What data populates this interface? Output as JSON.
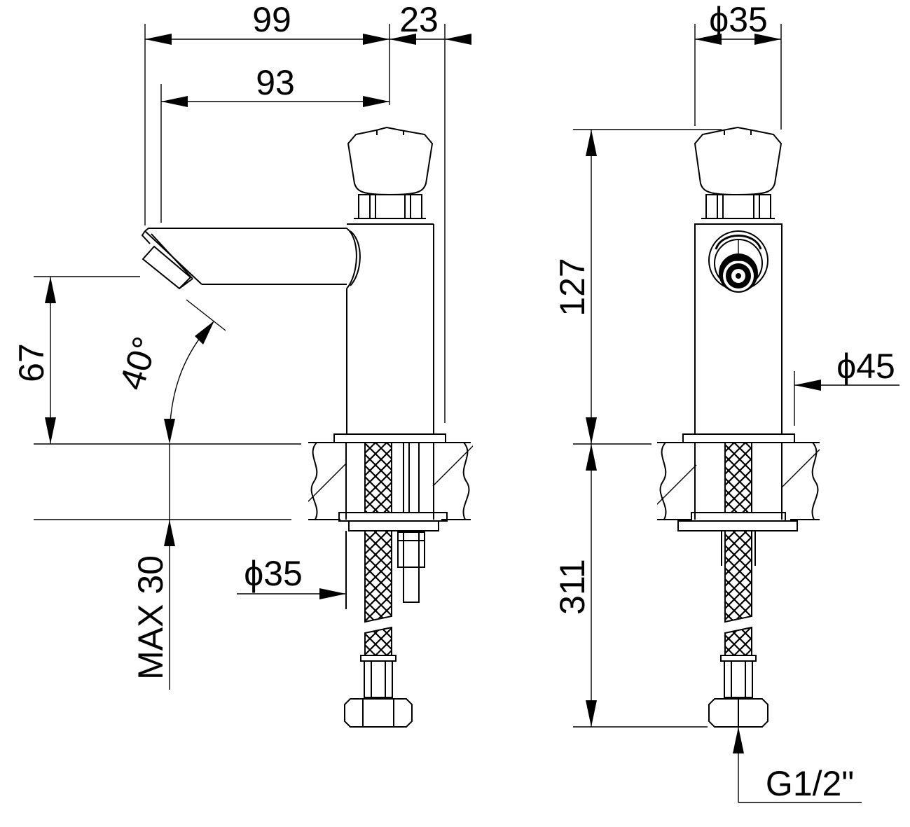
{
  "side_view": {
    "dim_overall_reach": "99",
    "dim_knob_offset": "23",
    "dim_spout_reach": "93",
    "dim_outlet_height": "67",
    "dim_spout_angle": "40°",
    "dim_max_deck": "MAX 30",
    "dim_shank_diameter": "ϕ35"
  },
  "front_view": {
    "dim_knob_diameter": "ϕ35",
    "dim_tap_height": "127",
    "dim_body_diameter": "ϕ45",
    "dim_hose_length": "311",
    "dim_thread": "G1/2\""
  }
}
